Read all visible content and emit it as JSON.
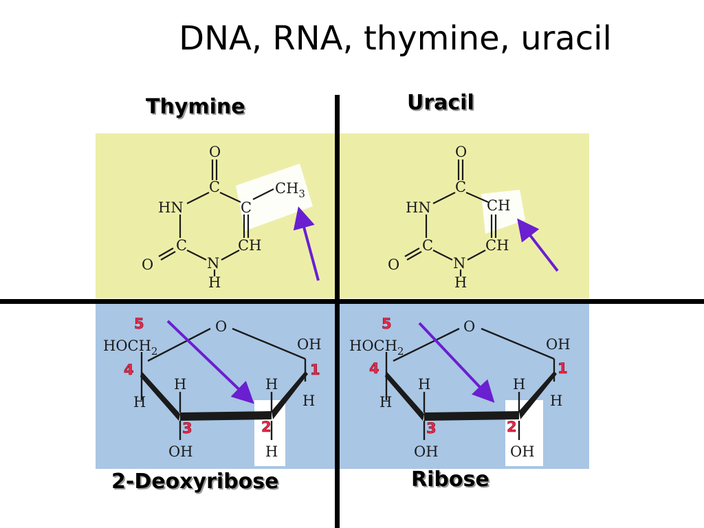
{
  "title": "DNA, RNA, thymine, uracil",
  "quadrants": {
    "thymine": {
      "label": "Thymine",
      "atoms": {
        "o_top": "O",
        "c2": "C",
        "ch3": "CH",
        "ch3_sub": "3",
        "hn": "HN",
        "c5": "C",
        "c_left": "C",
        "ch": "CH",
        "o_left": "O",
        "n": "N",
        "h": "H"
      }
    },
    "uracil": {
      "label": "Uracil",
      "atoms": {
        "o_top": "O",
        "c2": "C",
        "ch_top": "CH",
        "hn": "HN",
        "c_left": "C",
        "ch": "CH",
        "o_left": "O",
        "n": "N",
        "h": "H"
      }
    },
    "deoxyribose": {
      "label": "2-Deoxyribose",
      "atoms": {
        "hoch2": "HOCH",
        "hoch2_sub": "2",
        "o_ring": "O",
        "oh_c1": "OH",
        "h_c4": "H",
        "h_c3": "H",
        "h_c2_top": "H",
        "h_c1": "H",
        "oh_c3": "OH",
        "h_c2_bottom": "H"
      },
      "numbers": [
        "5",
        "4",
        "1",
        "3",
        "2"
      ]
    },
    "ribose": {
      "label": "Ribose",
      "atoms": {
        "hoch2": "HOCH",
        "hoch2_sub": "2",
        "o_ring": "O",
        "oh_c1": "OH",
        "h_c4": "H",
        "h_c3": "H",
        "h_c2_top": "H",
        "h_c1": "H",
        "oh_c3": "OH",
        "oh_c2": "OH"
      },
      "numbers": [
        "5",
        "4",
        "1",
        "3",
        "2"
      ]
    }
  },
  "colors": {
    "arrow": "#6a1fd0",
    "number_label": "#e8294a",
    "yellow_panel": "#eceea8",
    "blue_panel": "#a9c6e4",
    "highlight": "#ffffff"
  }
}
